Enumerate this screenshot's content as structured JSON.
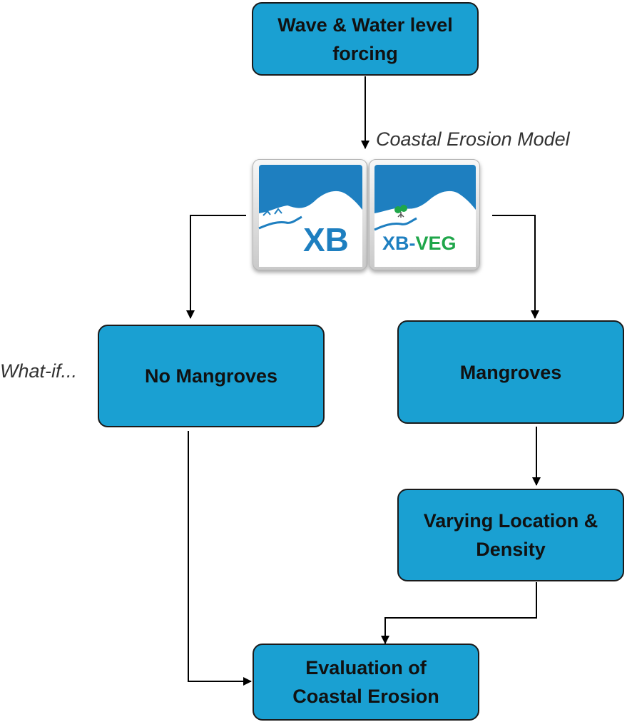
{
  "nodes": {
    "forcing": {
      "line1": "Wave & Water level",
      "line2": "forcing"
    },
    "no_mangroves": {
      "label": "No Mangroves"
    },
    "mangroves": {
      "label": "Mangroves"
    },
    "varying": {
      "line1": "Varying Location &",
      "line2": "Density"
    },
    "evaluation": {
      "line1": "Evaluation of",
      "line2": "Coastal Erosion"
    }
  },
  "annotations": {
    "model": "Coastal Erosion Model",
    "what_if": "What-if..."
  },
  "logos": {
    "xb": {
      "text": "XB"
    },
    "xbveg": {
      "text_part1": "XB-",
      "text_part2": "VEG"
    }
  },
  "colors": {
    "box_fill": "#1aa0d2",
    "logo_blue": "#1e7fc0",
    "logo_green": "#1fa64a",
    "arrow": "#000000"
  }
}
